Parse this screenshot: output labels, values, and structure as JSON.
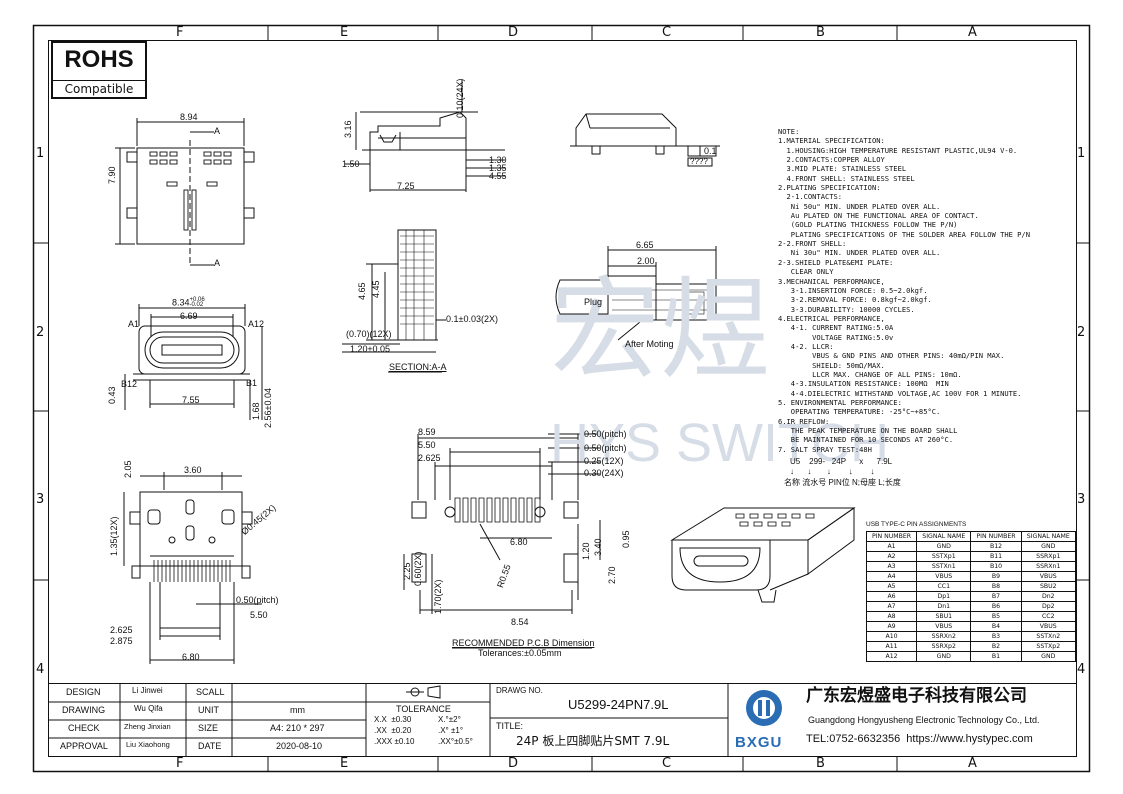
{
  "zones": {
    "columns": [
      "F",
      "E",
      "D",
      "C",
      "B",
      "A"
    ],
    "rows": [
      "1",
      "2",
      "3",
      "4"
    ]
  },
  "rohs": {
    "big": "ROHS",
    "small": "Compatible"
  },
  "watermark": {
    "chinese": "宏煜",
    "english": "HYS SWITCH"
  },
  "top_view": {
    "d1": "8.94",
    "d2": "7.90",
    "sec_a": "A"
  },
  "side_view": {
    "d1": "0.10(24X)",
    "d2": "3.16",
    "d3": "1.50",
    "d4": "1.30",
    "d5": "1.35",
    "d6": "4.55",
    "d7": "7.25"
  },
  "iso_view": {
    "flat": "0.1",
    "ref": "????"
  },
  "front_view": {
    "d1": "8.34",
    "d1_tol_up": "+0.06",
    "d1_tol_dn": "-0.02",
    "d2": "6.69",
    "a1": "A1",
    "a12": "A12",
    "b12": "B12",
    "b1": "B1",
    "d3": "0.43",
    "d4": "7.55",
    "d5": "1.68",
    "d6": "2.56±0.04"
  },
  "section": {
    "d1": "4.65",
    "d2": "4.45",
    "d3": "0.1±0.03(2X)",
    "d4": "(0.70)(12X)",
    "d5": "1.20±0.05",
    "title": "SECTION:A-A"
  },
  "mating": {
    "d1": "6.65",
    "d2": "2.00",
    "plug": "Plug",
    "after": "After Moting"
  },
  "bottom_view": {
    "d1": "2.05",
    "d2": "3.60",
    "d3": "1.35(12X)",
    "d4": "Ø0.45(2X)",
    "d5": "0.50(pitch)",
    "d6": "5.50",
    "d7": "2.625",
    "d8": "2.875",
    "d9": "6.80"
  },
  "pcb": {
    "d1": "8.59",
    "d2": "5.50",
    "d3": "2.625",
    "d4": "0.50(pitch)",
    "d5": "0.50(pitch)",
    "d6": "0.25(12X)",
    "d7": "0.30(24X)",
    "d8": "6.80",
    "d9": "R0.55",
    "d10": "1.20",
    "d11": "3.40",
    "d12": "0.95",
    "d13": "2.25",
    "d14": "0.60(2X)",
    "d15": "1.70(2X)",
    "d16": "8.54",
    "d17": "2.70",
    "title": "RECOMMENDED P.C.B Dimension",
    "tol": "Tolerances:±0.05mm"
  },
  "notes": "NOTE:\n1.MATERIAL SPECIFICATION:\n  1.HOUSING:HIGH TEMPERATURE RESISTANT PLASTIC,UL94 V-0.\n  2.CONTACTS:COPPER ALLOY\n  3.MID PLATE: STAINLESS STEEL\n  4.FRONT SHELL: STAINLESS STEEL\n2.PLATING SPECIFICATION:\n  2-1.CONTACTS:\n   Ni 50u\" MIN. UNDER PLATED OVER ALL.\n   Au PLATED ON THE FUNCTIONAL AREA OF CONTACT.\n   (GOLD PLATING THICKNESS FOLLOW THE P/N)\n   PLATING SPECIFICATIONS OF THE SOLDER AREA FOLLOW THE P/N\n2-2.FRONT SHELL:\n   Ni 30u\" MIN. UNDER PLATED OVER ALL.\n2-3.SHIELD PLATE&EMI PLATE:\n   CLEAR ONLY\n3.MECHANICAL PERFORMANCE,\n   3-1.INSERTION FORCE: 0.5~2.0kgf.\n   3-2.REMOVAL FORCE: 0.8kgf~2.0kgf.\n   3-3.DURABILITY: 10000 CYCLES.\n4.ELECTRICAL PERFORMANCE,\n   4-1. CURRENT RATING:5.0A\n        VOLTAGE RATING:5.0v\n   4-2. LLCR:\n        VBUS & GND PINS AND OTHER PINS: 40mΩ/PIN MAX.\n        SHIELD: 50mΩ/MAX.\n        LLCR MAX. CHANGE OF ALL PINS: 10mΩ.\n   4-3.INSULATION RESISTANCE: 100MΩ  MIN\n   4-4.DIELECTRIC WITHSTAND VOLTAGE,AC 100V FOR 1 MINUTE.\n5. ENVIRONMENTAL PERFORMANCE:\n   OPERATING TEMPERATURE: -25°C~+85°C.\n6.IR REFLOW:\n   THE PEAK TEMPERATURE ON THE BOARD SHALL\n   BE MAINTAINED FOR 10 SECONDS AT 260°C.\n7. SALT SPRAY TEST:48H",
  "part_code": {
    "parts": "U5    299-   24P      x      7.9L",
    "arrows": "↓      ↓       ↓        ↓        ↓",
    "legend": "名称 流水号 PIN位 N;母座 L;长度"
  },
  "pin_table": {
    "title": "USB TYPE-C PIN ASSIGNMENTS",
    "headers": [
      "PIN NUMBER",
      "SIGNAL NAME",
      "PIN NUMBER",
      "SIGNAL NAME"
    ],
    "rows": [
      [
        "A1",
        "GND",
        "B12",
        "GND"
      ],
      [
        "A2",
        "SSTXp1",
        "B11",
        "SSRXp1"
      ],
      [
        "A3",
        "SSTXn1",
        "B10",
        "SSRXn1"
      ],
      [
        "A4",
        "VBUS",
        "B9",
        "VBUS"
      ],
      [
        "A5",
        "CC1",
        "B8",
        "SBU2"
      ],
      [
        "A6",
        "Dp1",
        "B7",
        "Dn2"
      ],
      [
        "A7",
        "Dn1",
        "B6",
        "Dp2"
      ],
      [
        "A8",
        "SBU1",
        "B5",
        "CC2"
      ],
      [
        "A9",
        "VBUS",
        "B4",
        "VBUS"
      ],
      [
        "A10",
        "SSRXn2",
        "B3",
        "SSTXn2"
      ],
      [
        "A11",
        "SSRXp2",
        "B2",
        "SSTXp2"
      ],
      [
        "A12",
        "GND",
        "B1",
        "GND"
      ]
    ]
  },
  "title_block": {
    "labels": {
      "design": "DESIGN",
      "drawing": "DRAWING",
      "check": "CHECK",
      "approval": "APPROVAL",
      "scale": "SCALL",
      "unit": "UNIT",
      "size": "SIZE",
      "date": "DATE"
    },
    "names": {
      "design": "Li Jinwei",
      "drawing": "Wu Qifa",
      "check": "Zheng Jinxian",
      "approval": "Liu Xiaohong"
    },
    "values": {
      "unit": "mm",
      "size": "A4: 210 * 297",
      "date": "2020-08-10"
    },
    "tolerance": {
      "title": "TOLERANCE",
      "l1": "X.X  ±0.30",
      "l2": ".XX  ±0.20",
      "l3": ".XXX ±0.10",
      "r1": "X.°±2°",
      "r2": ".X° ±1°",
      "r3": ".XX°±0.5°"
    },
    "drawing_no_label": "DRAWG NO.",
    "drawing_no": "U5299-24PN7.9L",
    "title_label": "TITLE:",
    "title": "24P 板上四脚贴片SMT 7.9L",
    "company_cn": "广东宏煜盛电子科技有限公司",
    "company_en": "Guangdong Hongyusheng Electronic Technology Co., Ltd.",
    "contact": "TEL:0752-6632356  https://www.hystypec.com",
    "logo_text": "BXGU"
  },
  "colors": {
    "line": "#111111",
    "watermark": "#d6dde6",
    "logo_blue": "#2a6db5"
  }
}
